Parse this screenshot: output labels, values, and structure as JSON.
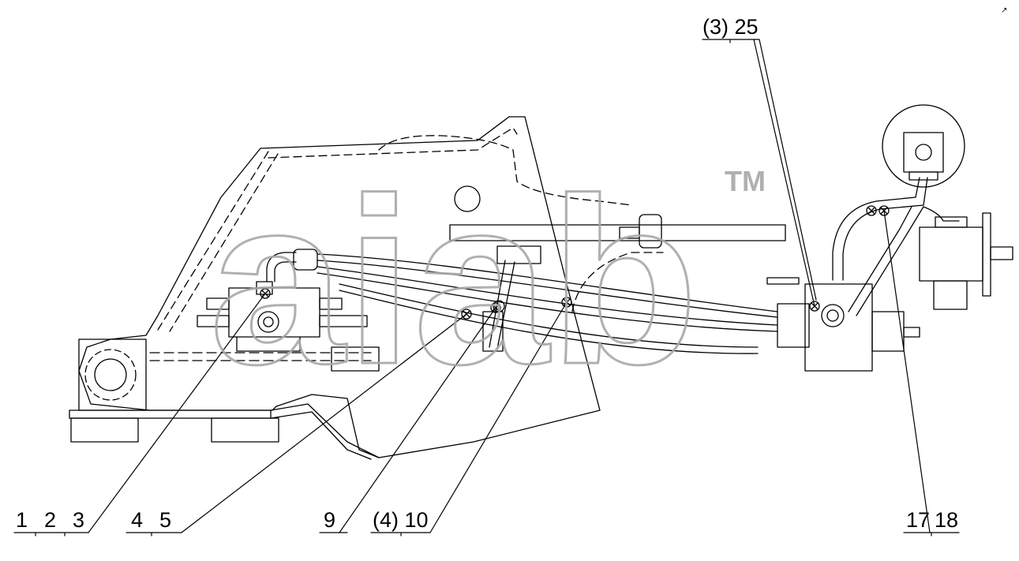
{
  "diagram": {
    "callouts": [
      {
        "id": "c1",
        "text": "1"
      },
      {
        "id": "c2",
        "text": "2"
      },
      {
        "id": "c3",
        "text": "3"
      },
      {
        "id": "c4",
        "text": "4"
      },
      {
        "id": "c5",
        "text": "5"
      },
      {
        "id": "c9",
        "text": "9"
      },
      {
        "id": "c10",
        "text": "(4) 10"
      },
      {
        "id": "c25",
        "text": "(3) 25"
      },
      {
        "id": "c17",
        "text": "17"
      },
      {
        "id": "c18",
        "text": "18"
      }
    ],
    "watermark": {
      "text": "aiab",
      "mark": "TM"
    },
    "corner_mark": "↗"
  },
  "colors": {
    "line": "#000000",
    "watermark": "#a8a8a8",
    "background": "#ffffff"
  }
}
